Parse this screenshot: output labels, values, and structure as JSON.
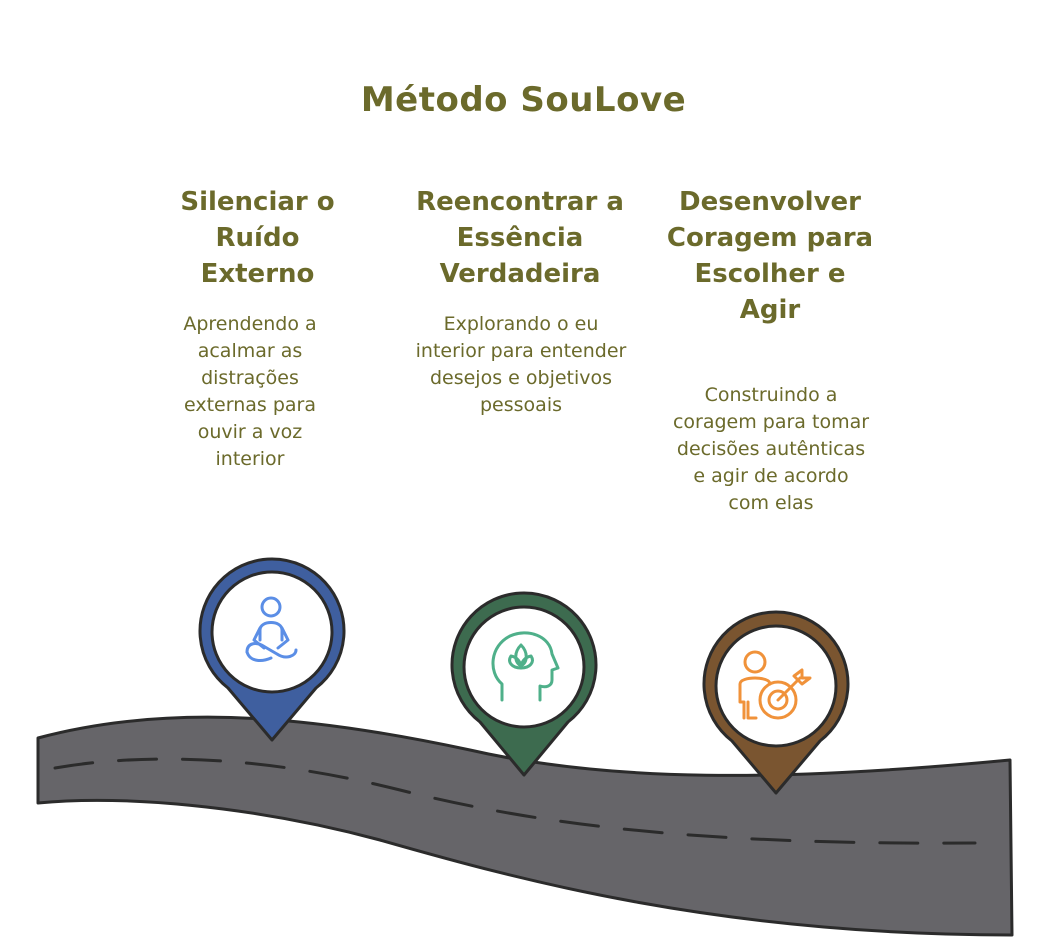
{
  "title": "Método SouLove",
  "steps": [
    {
      "heading": "Silenciar o Ruído Externo",
      "description": "Aprendendo a acalmar as distrações externas para ouvir a voz interior",
      "icon": "meditation-person-icon",
      "color": "#3f5f9f",
      "icon_color": "#5b8ee6"
    },
    {
      "heading": "Reencontrar a Essência Verdadeira",
      "description": "Explorando o eu interior para entender desejos e objetivos pessoais",
      "icon": "lotus-head-icon",
      "color": "#3d6b4f",
      "icon_color": "#4fb08a"
    },
    {
      "heading": "Desenvolver Coragem para Escolher e Agir",
      "description": "Construindo a coragem para tomar decisões autênticas e agir de acordo com elas",
      "icon": "person-target-icon",
      "color": "#7a5530",
      "icon_color": "#f0923a"
    }
  ],
  "colors": {
    "text": "#6b6a2b",
    "road": "#666569",
    "road_stroke": "#2b2b2b",
    "dash": "#2b2b2b"
  }
}
